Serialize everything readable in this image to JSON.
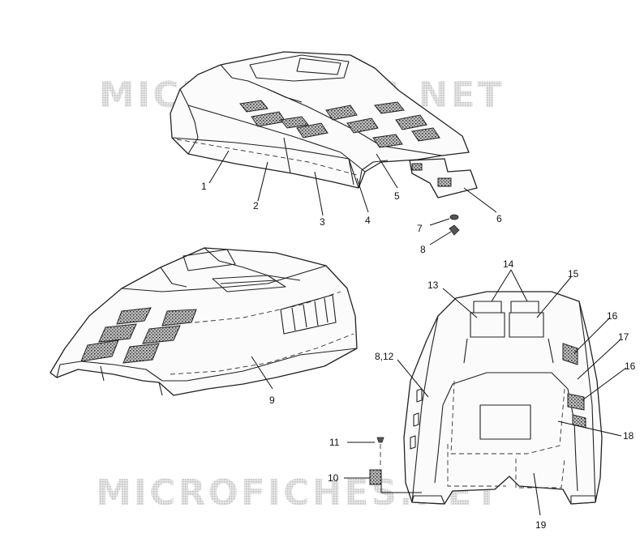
{
  "watermarks": [
    "MICROFICHES.NET",
    "MICROFICHES.NET"
  ],
  "callouts": [
    "1",
    "2",
    "3",
    "4",
    "5",
    "6",
    "7",
    "8",
    "9",
    "13",
    "14",
    "15",
    "16",
    "17",
    "16",
    "18",
    "8,12",
    "11",
    "10",
    "19"
  ]
}
